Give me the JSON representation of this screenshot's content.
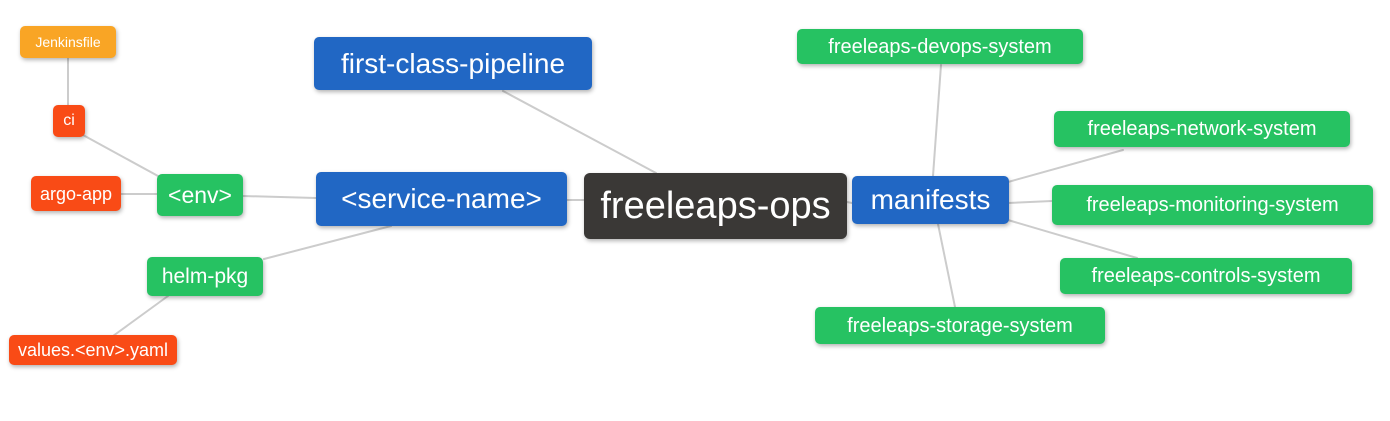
{
  "diagram": {
    "title": "freeleaps-ops mind map",
    "root": "freeleaps_ops",
    "nodes": {
      "jenkinsfile": {
        "label": "Jenkinsfile",
        "color": "#f9a525"
      },
      "ci": {
        "label": "ci",
        "color": "#f94b16"
      },
      "argo_app": {
        "label": "argo-app",
        "color": "#f94b16"
      },
      "env": {
        "label": "<env>",
        "color": "#26c262"
      },
      "helm_pkg": {
        "label": "helm-pkg",
        "color": "#26c262"
      },
      "values_env_yaml": {
        "label": "values.<env>.yaml",
        "color": "#f94b16"
      },
      "first_class_pipeline": {
        "label": "first-class-pipeline",
        "color": "#2167c4"
      },
      "service_name": {
        "label": "<service-name>",
        "color": "#2167c4"
      },
      "freeleaps_ops": {
        "label": "freeleaps-ops",
        "color": "#3a3836"
      },
      "manifests": {
        "label": "manifests",
        "color": "#2167c4"
      },
      "devops_system": {
        "label": "freeleaps-devops-system",
        "color": "#26c262"
      },
      "network_system": {
        "label": "freeleaps-network-system",
        "color": "#26c262"
      },
      "monitoring_system": {
        "label": "freeleaps-monitoring-system",
        "color": "#26c262"
      },
      "controls_system": {
        "label": "freeleaps-controls-system",
        "color": "#26c262"
      },
      "storage_system": {
        "label": "freeleaps-storage-system",
        "color": "#26c262"
      }
    },
    "edges": [
      {
        "from": "jenkinsfile",
        "to": "ci"
      },
      {
        "from": "ci",
        "to": "env"
      },
      {
        "from": "argo_app",
        "to": "env"
      },
      {
        "from": "env",
        "to": "service_name"
      },
      {
        "from": "helm_pkg",
        "to": "service_name"
      },
      {
        "from": "helm_pkg",
        "to": "values_env_yaml"
      },
      {
        "from": "first_class_pipeline",
        "to": "freeleaps_ops"
      },
      {
        "from": "service_name",
        "to": "freeleaps_ops"
      },
      {
        "from": "freeleaps_ops",
        "to": "manifests"
      },
      {
        "from": "manifests",
        "to": "devops_system"
      },
      {
        "from": "manifests",
        "to": "network_system"
      },
      {
        "from": "manifests",
        "to": "monitoring_system"
      },
      {
        "from": "manifests",
        "to": "controls_system"
      },
      {
        "from": "manifests",
        "to": "storage_system"
      }
    ],
    "colors": {
      "background": "#ffffff",
      "edge": "#cccccc",
      "text": "#ffffff",
      "orange": "#f9a525",
      "red": "#f94b16",
      "green": "#26c262",
      "blue": "#2167c4",
      "dark": "#3a3836"
    }
  }
}
